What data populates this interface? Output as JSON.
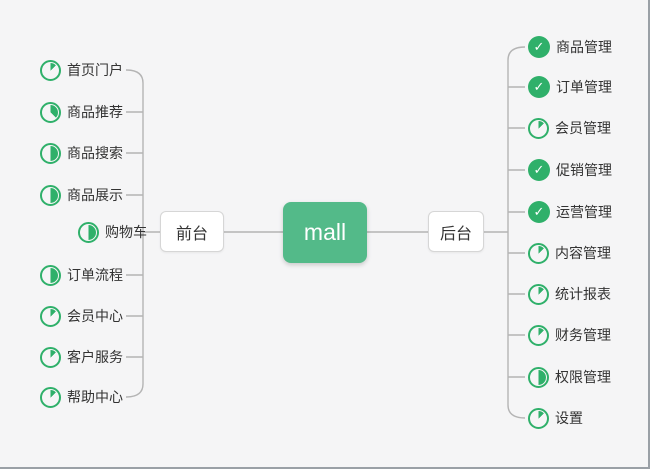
{
  "root": {
    "label": "mall"
  },
  "front": {
    "label": "前台",
    "items": [
      {
        "label": "首页门户",
        "icon": "progress-pie",
        "progress": 12.5
      },
      {
        "label": "商品推荐",
        "icon": "progress-pie",
        "progress": 37.5
      },
      {
        "label": "商品搜索",
        "icon": "progress-pie",
        "progress": 50
      },
      {
        "label": "商品展示",
        "icon": "progress-pie",
        "progress": 50
      },
      {
        "label": "购物车",
        "icon": "progress-pie",
        "progress": 50
      },
      {
        "label": "订单流程",
        "icon": "progress-pie",
        "progress": 50
      },
      {
        "label": "会员中心",
        "icon": "progress-pie",
        "progress": 12.5
      },
      {
        "label": "客户服务",
        "icon": "progress-pie",
        "progress": 12.5
      },
      {
        "label": "帮助中心",
        "icon": "progress-pie",
        "progress": 12.5
      }
    ]
  },
  "back": {
    "label": "后台",
    "items": [
      {
        "label": "商品管理",
        "icon": "task-done"
      },
      {
        "label": "订单管理",
        "icon": "task-done"
      },
      {
        "label": "会员管理",
        "icon": "progress-pie",
        "progress": 12.5
      },
      {
        "label": "促销管理",
        "icon": "task-done"
      },
      {
        "label": "运营管理",
        "icon": "task-done"
      },
      {
        "label": "内容管理",
        "icon": "progress-pie",
        "progress": 12.5
      },
      {
        "label": "统计报表",
        "icon": "progress-pie",
        "progress": 12.5
      },
      {
        "label": "财务管理",
        "icon": "progress-pie",
        "progress": 12.5
      },
      {
        "label": "权限管理",
        "icon": "progress-pie",
        "progress": 50
      },
      {
        "label": "设置",
        "icon": "progress-pie",
        "progress": 12.5
      }
    ]
  },
  "icons": {
    "check": "✓"
  },
  "colors": {
    "icon_green": "#2fb06a",
    "node_green": "#53ba89",
    "line_gray": "#b4b4b4",
    "text_dark": "#333333",
    "background": "#f5f5f6"
  }
}
